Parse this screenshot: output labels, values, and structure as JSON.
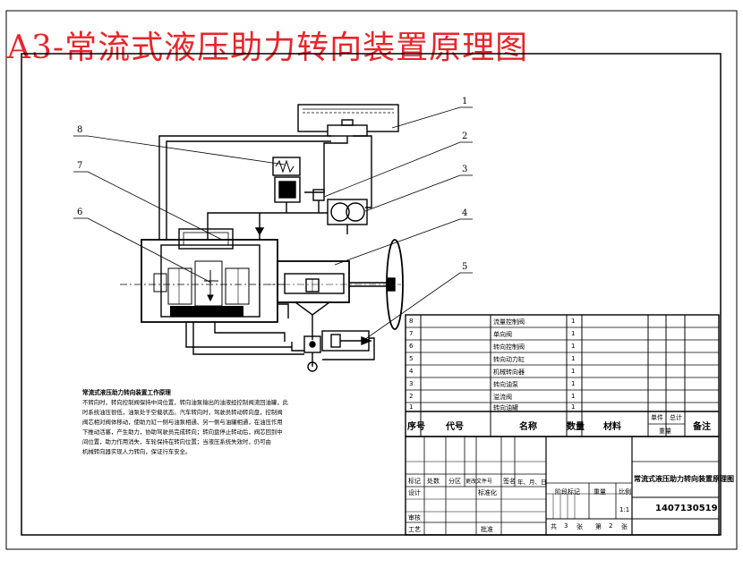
{
  "title": "A3-常流式液压助力转向装置原理图",
  "callouts": [
    "1",
    "2",
    "3",
    "4",
    "5",
    "6",
    "7",
    "8"
  ],
  "description": {
    "heading": "常流式液压助力转向装置工作原理",
    "lines": [
      "不转向时，转向控制阀保持中间位置，转向油泵输出的油液经控制阀流回油罐，此",
      "时系统油压很低，油泵处于空载状态。汽车转向时，驾驶员转动转向盘，控制阀",
      "阀芯相对阀体移动，使助力缸一侧与油泵相通、另一侧与油罐相通，在油压作用",
      "下推动活塞，产生助力，协助驾驶员完成转向；转向盘停止转动后，阀芯回到中",
      "间位置，助力作用消失，车轮保持在转向位置；当液压系统失效时，仍可由",
      "机械转向器实现人力转向，保证行车安全。"
    ]
  },
  "parts_list": {
    "rows": [
      {
        "no": "8",
        "name": "流量控制阀",
        "qty": "1"
      },
      {
        "no": "7",
        "name": "单向阀",
        "qty": "1"
      },
      {
        "no": "6",
        "name": "转向控制阀",
        "qty": "1"
      },
      {
        "no": "5",
        "name": "转向动力缸",
        "qty": "1"
      },
      {
        "no": "4",
        "name": "机械转向器",
        "qty": "1"
      },
      {
        "no": "3",
        "name": "转向油泵",
        "qty": "1"
      },
      {
        "no": "2",
        "name": "溢流阀",
        "qty": "1"
      },
      {
        "no": "1",
        "name": "转向油罐",
        "qty": "1"
      }
    ],
    "header": {
      "seq": "序号",
      "code": "代号",
      "name": "名称",
      "qty": "数量",
      "material": "材料",
      "unit": "单件",
      "total": "总计",
      "weight": "重量",
      "remark": "备注"
    }
  },
  "title_block": {
    "row1": [
      "标记",
      "处数",
      "分区",
      "更改文件号",
      "签名",
      "年、月、日"
    ],
    "design": "设计",
    "standard": "标准化",
    "stage_mark": "阶段标记",
    "weight": "重量",
    "scale_label": "比例",
    "scale": "1:1",
    "review": "审核",
    "process": "工艺",
    "approve": "批准",
    "drawing_title": "常流式液压助力转向装置原理图",
    "drawing_no": "1407130519",
    "sheets_prefix": "共",
    "sheets_total": "3",
    "sheets_mid": "张",
    "sheet_label": "第",
    "sheet_no": "2",
    "sheet_suffix": "张"
  }
}
